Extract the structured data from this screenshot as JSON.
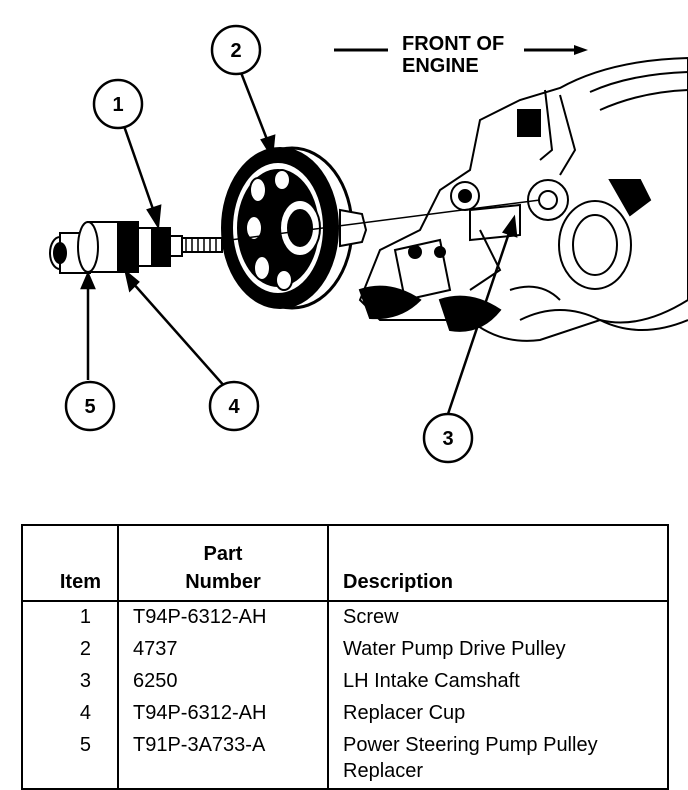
{
  "diagram": {
    "front_label_line1": "FRONT OF",
    "front_label_line2": "ENGINE",
    "callouts": [
      "1",
      "2",
      "3",
      "4",
      "5"
    ]
  },
  "table": {
    "headers": {
      "item": "Item",
      "part_line1": "Part",
      "part_line2": "Number",
      "description": "Description"
    },
    "rows": [
      {
        "item": "1",
        "part": "T94P-6312-AH",
        "desc": "Screw"
      },
      {
        "item": "2",
        "part": "4737",
        "desc": "Water Pump Drive Pulley"
      },
      {
        "item": "3",
        "part": "6250",
        "desc": "LH Intake Camshaft"
      },
      {
        "item": "4",
        "part": "T94P-6312-AH",
        "desc": "Replacer Cup"
      },
      {
        "item": "5",
        "part": "T91P-3A733-A",
        "desc": "Power Steering Pump Pulley",
        "desc_line2": "Replacer"
      }
    ]
  }
}
